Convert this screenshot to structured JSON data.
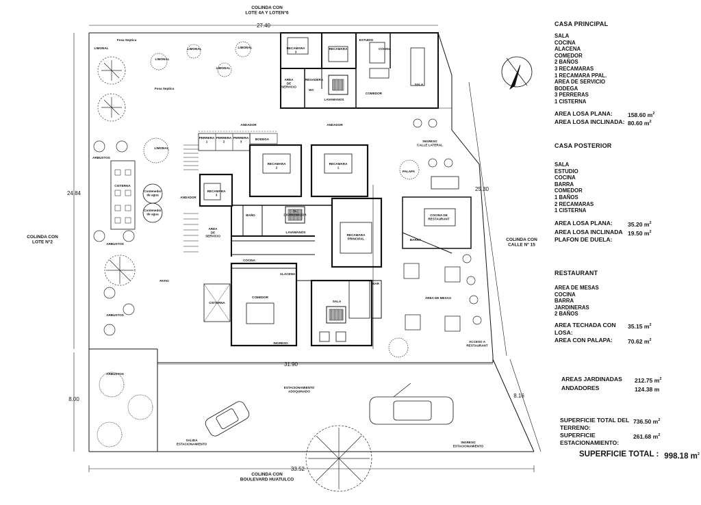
{
  "boundaries": {
    "top": "COLINDA CON\nLOTE 4A Y LOTEN°6",
    "left": "COLINDA CON\nLOTE N°2",
    "right": "COLINDA CON\nCALLE N° 15",
    "bottom": "COLINDA CON\nBOULEVARD HUATULCO"
  },
  "dimensions": {
    "top": "27.40",
    "left": "24.84",
    "right": "25.30",
    "left_lower": "8.00",
    "right_lower": "8.16",
    "middle": "31.90",
    "bottom": "33.52"
  },
  "room_labels": {
    "recamara_3_top": "RECAMARA\n3",
    "recamara_top": "RECAMARA",
    "estudio_top": "ESTUDIO",
    "cocina_top": "COCINA",
    "regadera": "REGADERA",
    "area_servicio_top": "AREA\nDE\nSERVICIO",
    "wc": "WC",
    "comedor_top": "COMEDOR",
    "sala_top": "SALA",
    "lavamanos_top": "LAVAMANOS",
    "andador_1": "ANDADOR",
    "andador_2": "ANDADOR",
    "andador_3": "ANDADOR",
    "perrera_1": "PERRERA\n1",
    "perrera_2": "PERRERA\n2",
    "perrera_3": "PERRERA\n3",
    "bodega": "BODEGA",
    "recamara_2": "RECAMARA\n2",
    "recamara_1": "RECAMARA\n1",
    "recamara_3": "RECAMARA\n3",
    "ingreso_calle_lateral": "INGRESO\nCALLE LATERAL",
    "palapa": "PALAPA",
    "bano": "BAÑO",
    "closet": "CL\nDISTRIBUIDOR",
    "area_servicio": "AREA\nDE\nSERVICIO",
    "lavamanos": "LAVAMANOS",
    "recamara_principal": "RECAMARA\nPRINCIPAL",
    "cocina_restaurant": "COCINA DE\nRESTAURANT",
    "barra": "BARRA",
    "cocina": "COCINA",
    "alacena": "ALACENA",
    "comedor": "COMEDOR",
    "sala": "SALA",
    "bar": "BAR",
    "area_mesas": "AREA DE MESAS",
    "ingreso": "INGRESO",
    "acceso_restaurant": "ACCESO A\nRESTAURANT",
    "cisterna_left": "CISTERNA",
    "cisterna_lower": "CISTERNA",
    "contenedor_1": "Contenedor\nde agua",
    "contenedor_2": "Contenedor\nde agua",
    "arbustos_1": "ARBUSTOS",
    "arbustos_2": "ARBUSTOS",
    "arbustos_3": "ARBUSTOS",
    "arbustos_4": "ARBUSTOS",
    "limonal_1": "LIMONAL",
    "limonal_2": "LIMONAL",
    "limonal_3": "LIMONAL",
    "limonal_4": "LIMONAL",
    "limonal_5": "LIMONAL",
    "limonal_6": "LIMONAL",
    "fosa_1": "Fosa Septica",
    "fosa_2": "Fosa Septica",
    "patio": "PATIO",
    "estacionamiento": "ESTACIONAMIENTO\nADOQUINADO",
    "salida": "SALIDA\nESTACIONAMIENTO",
    "ingreso_est": "INGRESO\nESTACIONAMIENTO"
  },
  "legend": {
    "casa_principal": {
      "title": "CASA PRINCIPAL",
      "items": [
        "SALA",
        "COCINA",
        "ALACENA",
        "COMEDOR",
        "2 BAÑOS",
        "3 RECAMARAS",
        "1 RECAMARA PPAL.",
        "AREA DE SERVICIO",
        "BODEGA",
        "3 PERRERAS",
        "1 CISTERNA"
      ],
      "areas": [
        {
          "label": "AREA LOSA PLANA:",
          "value": "158.60 m",
          "exp": "2"
        },
        {
          "label": "AREA LOSA INCLINADA:",
          "value": "80.60 m",
          "exp": "2"
        }
      ]
    },
    "casa_posterior": {
      "title": "CASA POSTERIOR",
      "items": [
        "SALA",
        "ESTUDIO",
        "COCINA",
        "BARRA",
        "COMEDOR",
        "1 BAÑOS",
        "2 RECAMARAS",
        "1 CISTERNA"
      ],
      "areas": [
        {
          "label": "AREA LOSA PLANA:",
          "value": "35.20 m",
          "exp": "2"
        },
        {
          "label": "AREA LOSA INCLINADA\nPLAFON DE DUELA:",
          "value": "19.50 m",
          "exp": "2"
        }
      ]
    },
    "restaurant": {
      "title": "RESTAURANT",
      "items": [
        "AREA DE MESAS",
        "COCINA",
        "BARRA",
        "JARDINERAS",
        "2 BAÑOS"
      ],
      "areas": [
        {
          "label": "AREA TECHADA CON LOSA:",
          "value": "35.15 m",
          "exp": "2"
        },
        {
          "label": "AREA CON PALAPA:",
          "value": "70.62 m",
          "exp": "2"
        }
      ]
    },
    "jardines": [
      {
        "label": "AREAS JARDINADAS",
        "value": "212.75 m",
        "exp": "2"
      },
      {
        "label": "ANDADORES",
        "value": "124.38 m",
        "exp": ""
      }
    ],
    "totals": [
      {
        "label": "SUPERFICIE  TOTAL DEL TERRENO:",
        "value": "736.50 m",
        "exp": "2"
      },
      {
        "label": "SUPERFICIE ESTACIONAMIENTO:",
        "value": "261.68 m",
        "exp": "2"
      }
    ],
    "grand_total": {
      "label": "SUPERFICIE  TOTAL :",
      "value": "998.18 m",
      "exp": "2"
    }
  }
}
